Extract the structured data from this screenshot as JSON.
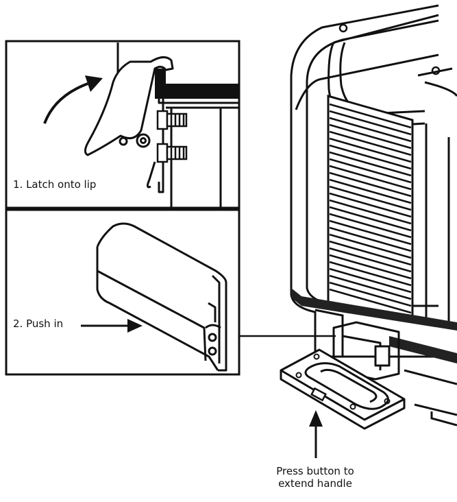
{
  "labels": {
    "step1": "1. Latch onto lip",
    "step2": "2. Push in",
    "press_line1": "Press button to",
    "press_line2": "extend handle"
  },
  "colors": {
    "ink": "#111111",
    "background": "#ffffff",
    "shade": "#222222"
  }
}
